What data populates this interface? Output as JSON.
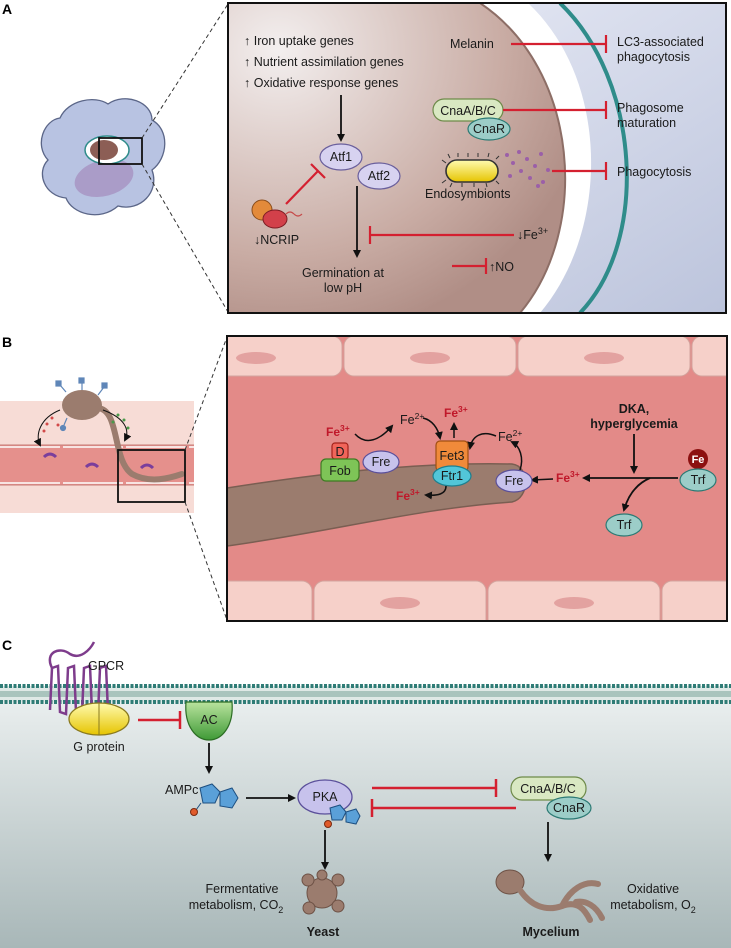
{
  "panels": {
    "a": "A",
    "b": "B",
    "c": "C"
  },
  "panel_a": {
    "gene_lines": [
      "Iron uptake genes",
      "Nutrient assimilation genes",
      "Oxidative response genes"
    ],
    "atf1": "Atf1",
    "atf2": "Atf2",
    "ncrip": "NCRIP",
    "germination": [
      "Germination at",
      "low pH"
    ],
    "melanin": "Melanin",
    "lc3": [
      "LC3-associated",
      "phagocytosis"
    ],
    "cna": "CnaA/B/C",
    "cnar": "CnaR",
    "phagosome": [
      "Phagosome",
      "maturation"
    ],
    "endosymbionts": "Endosymbionts",
    "phagocytosis": "Phagocytosis",
    "fe": "Fe",
    "fe_sup": "3+",
    "no": "NO"
  },
  "panel_b": {
    "dka": [
      "DKA,",
      "hyperglycemia"
    ],
    "fe": "Fe",
    "sup3": "3+",
    "sup2": "2+",
    "d": "D",
    "fob": "Fob",
    "fre": "Fre",
    "fet3": "Fet3",
    "ftr1": "Ftr1",
    "trf": "Trf"
  },
  "panel_c": {
    "gpcr": "GPCR",
    "g_protein": "G protein",
    "ac": "AC",
    "ampc": "AMPc",
    "pka": "PKA",
    "cna": "CnaA/B/C",
    "cnar": "CnaR",
    "ferm_1": "Fermentative",
    "ferm_2": "metabolism, CO",
    "ferm_sub": "2",
    "yeast": "Yeast",
    "ox_1": "Oxidative",
    "ox_2": "metabolism, O",
    "ox_sub": "2",
    "mycelium": "Mycelium"
  },
  "colors": {
    "inhibit_red": "#d42030",
    "cell_tan": "#b89a92",
    "vessel_red": "#e38a88",
    "endothelium_pink": "#f6d0c9",
    "hypha_brown": "#9b7c6e",
    "teal_ring": "#2f8c8a",
    "protein_purple": "#d7d2f0",
    "cna_green": "#d9e8c2",
    "cnar_teal": "#9ccdc8",
    "fet3_orange": "#f08a3a",
    "ftr1_cyan": "#52c6d8",
    "ac_green": "#59b04a",
    "pka_lilac": "#c7c2ec"
  }
}
